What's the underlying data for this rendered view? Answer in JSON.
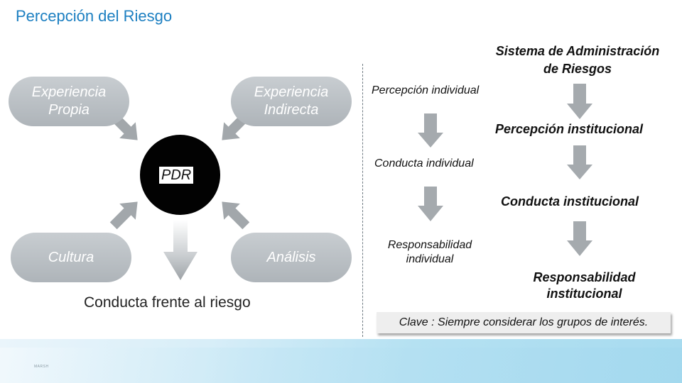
{
  "slide": {
    "title": "Percepción del Riesgo",
    "brand": "MARSH"
  },
  "left_diagram": {
    "experiencia_propia": "Experiencia\nPropia",
    "experiencia_indirecta": "Experiencia\nIndirecta",
    "center": "PDR",
    "cultura": "Cultura",
    "analisis": "Análisis",
    "output": "Conducta frente al riesgo"
  },
  "right_diagram": {
    "heading": "Sistema de Administración\nde Riesgos",
    "percepcion_individual": "Percepción individual",
    "percepcion_institucional": "Percepción institucional",
    "conducta_individual": "Conducta individual",
    "conducta_institucional": "Conducta institucional",
    "responsabilidad_individual": "Responsabilidad\nindividual",
    "responsabilidad_institucional": "Responsabilidad\ninstitucional",
    "clave": "Clave : Siempre considerar los grupos de interés."
  },
  "colors": {
    "title": "#1c7fc1",
    "pill": "#b8bdc2",
    "arrow": "#9aa0a5",
    "center_fill": "#020202"
  },
  "icons": [
    "gray-block-arrow-icon"
  ]
}
